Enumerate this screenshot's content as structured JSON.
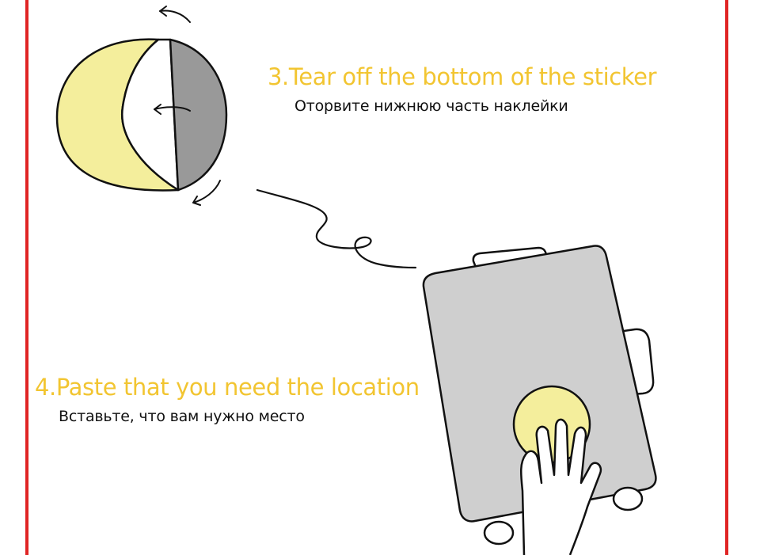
{
  "colors": {
    "frame": "#e02424",
    "accent_text": "#f2c531",
    "sticker_yellow": "#f4ee9c",
    "sticker_gray": "#999999",
    "luggage_gray": "#cfcfcf",
    "ink": "#111111"
  },
  "steps": [
    {
      "title": "3.Tear off the bottom of the sticker",
      "subtitle": "Оторвите нижнюю часть наклейки"
    },
    {
      "title": "4.Paste that you need the location",
      "subtitle": "Вставьте, что вам нужно место"
    }
  ],
  "icons": {
    "sticker": "round-sticker-peel-icon",
    "luggage": "suitcase-icon",
    "hand": "hand-press-icon",
    "arrows": "curved-arrow-icon"
  }
}
